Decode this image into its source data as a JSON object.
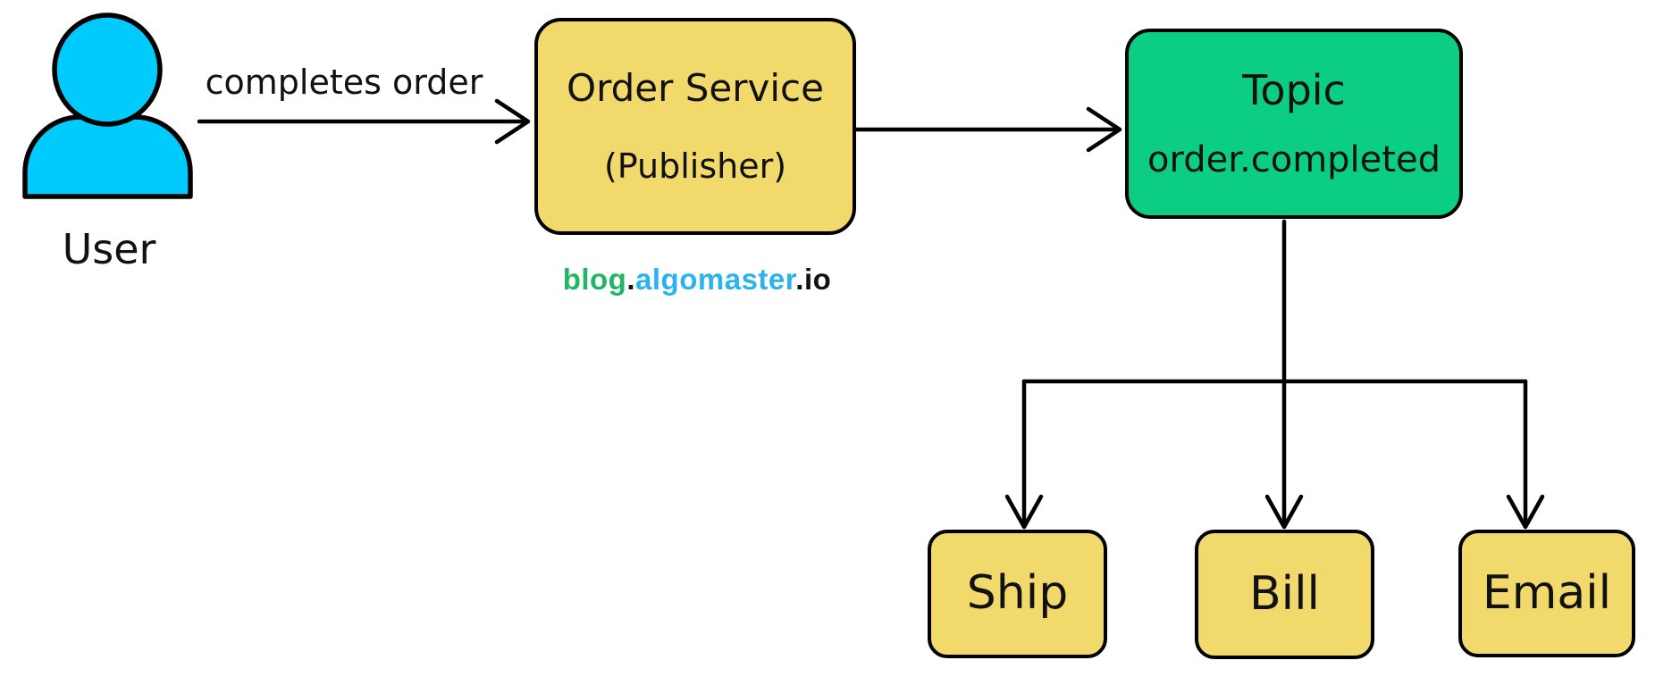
{
  "actor": {
    "label": "User",
    "color": "#00CBFC"
  },
  "edges": {
    "user_to_publisher_label": "completes order"
  },
  "publisher": {
    "title": "Order Service",
    "subtitle": "(Publisher)",
    "fill": "#F2D96C"
  },
  "topic": {
    "title": "Topic",
    "name": "order.completed",
    "fill": "#0BCE83"
  },
  "subscribers": [
    {
      "label": "Ship",
      "fill": "#F2D96C"
    },
    {
      "label": "Bill",
      "fill": "#F2D96C"
    },
    {
      "label": "Email",
      "fill": "#F2D96C"
    }
  ],
  "watermark": {
    "segments": [
      {
        "text": "blog",
        "color": "#21B564"
      },
      {
        "text": ".",
        "color": "#111111"
      },
      {
        "text": "algomaster",
        "color": "#2CB3EF"
      },
      {
        "text": ".",
        "color": "#111111"
      },
      {
        "text": "io",
        "color": "#111111"
      }
    ]
  },
  "line_color": "#000000"
}
